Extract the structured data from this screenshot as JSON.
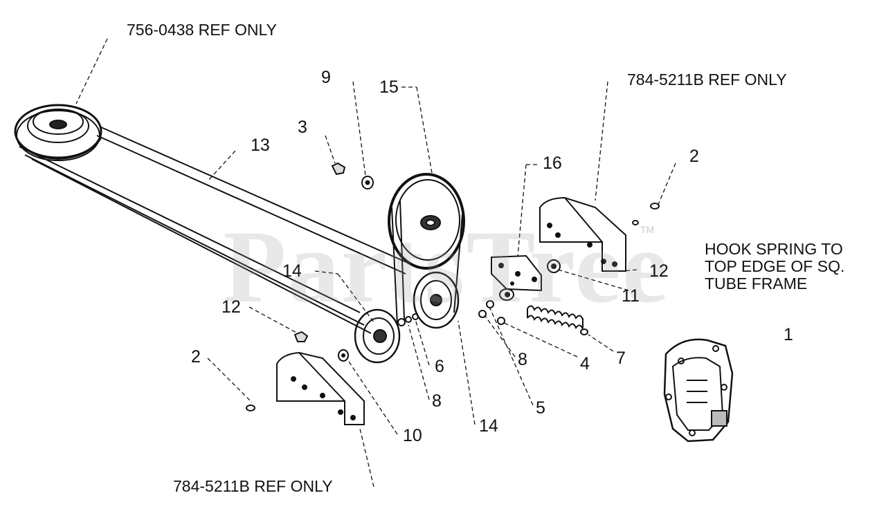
{
  "watermark": {
    "text": "PartsTree",
    "tm": "TM"
  },
  "refs": {
    "pulley_ref": "756-0438 REF ONLY",
    "bracket_ref_top": "784-5211B REF ONLY",
    "bracket_ref_bottom": "784-5211B REF ONLY"
  },
  "callouts": {
    "c1": "1",
    "c2_right": "2",
    "c2_left": "2",
    "c3": "3",
    "c4": "4",
    "c5": "5",
    "c6": "6",
    "c7": "7",
    "c8_right": "8",
    "c8_left": "8",
    "c9": "9",
    "c10": "10",
    "c11": "11",
    "c12_right": "12",
    "c12_left": "12",
    "c13": "13",
    "c14_left": "14",
    "c14_bottom": "14",
    "c15": "15",
    "c16": "16"
  },
  "note": {
    "line1": "HOOK SPRING TO",
    "line2": "TOP EDGE OF SQ.",
    "line3": "TUBE FRAME"
  }
}
